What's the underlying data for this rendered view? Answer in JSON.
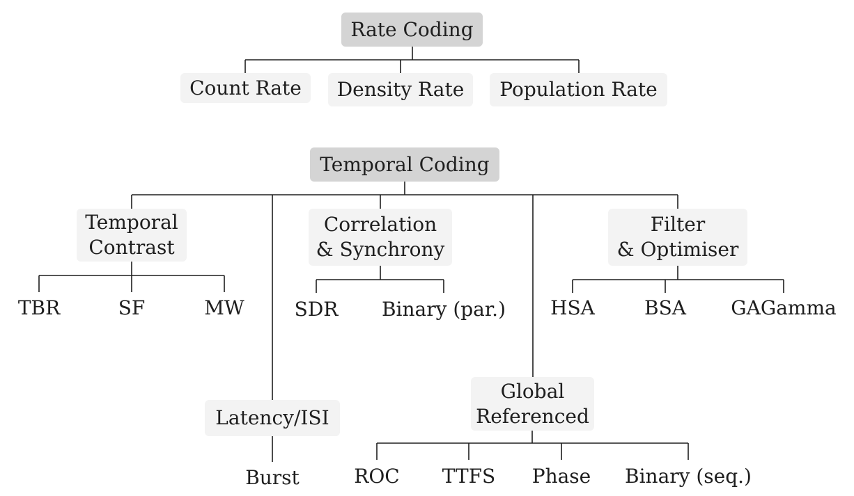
{
  "rate": {
    "root": "Rate Coding",
    "children": [
      "Count Rate",
      "Density Rate",
      "Population Rate"
    ]
  },
  "temporal": {
    "root": "Temporal Coding",
    "temporal_contrast": {
      "label": [
        "Temporal",
        "Contrast"
      ],
      "children": [
        "TBR",
        "SF",
        "MW"
      ]
    },
    "latency": {
      "label": "Latency/ISI",
      "children": [
        "Burst"
      ]
    },
    "correlation": {
      "label": [
        "Correlation",
        "& Synchrony"
      ],
      "children": [
        "SDR",
        "Binary (par.)"
      ]
    },
    "global": {
      "label": [
        "Global",
        "Referenced"
      ],
      "children": [
        "ROC",
        "TTFS",
        "Phase",
        "Binary (seq.)"
      ]
    },
    "filter": {
      "label": [
        "Filter",
        "& Optimiser"
      ],
      "children": [
        "HSA",
        "BSA",
        "GAGamma"
      ]
    }
  }
}
